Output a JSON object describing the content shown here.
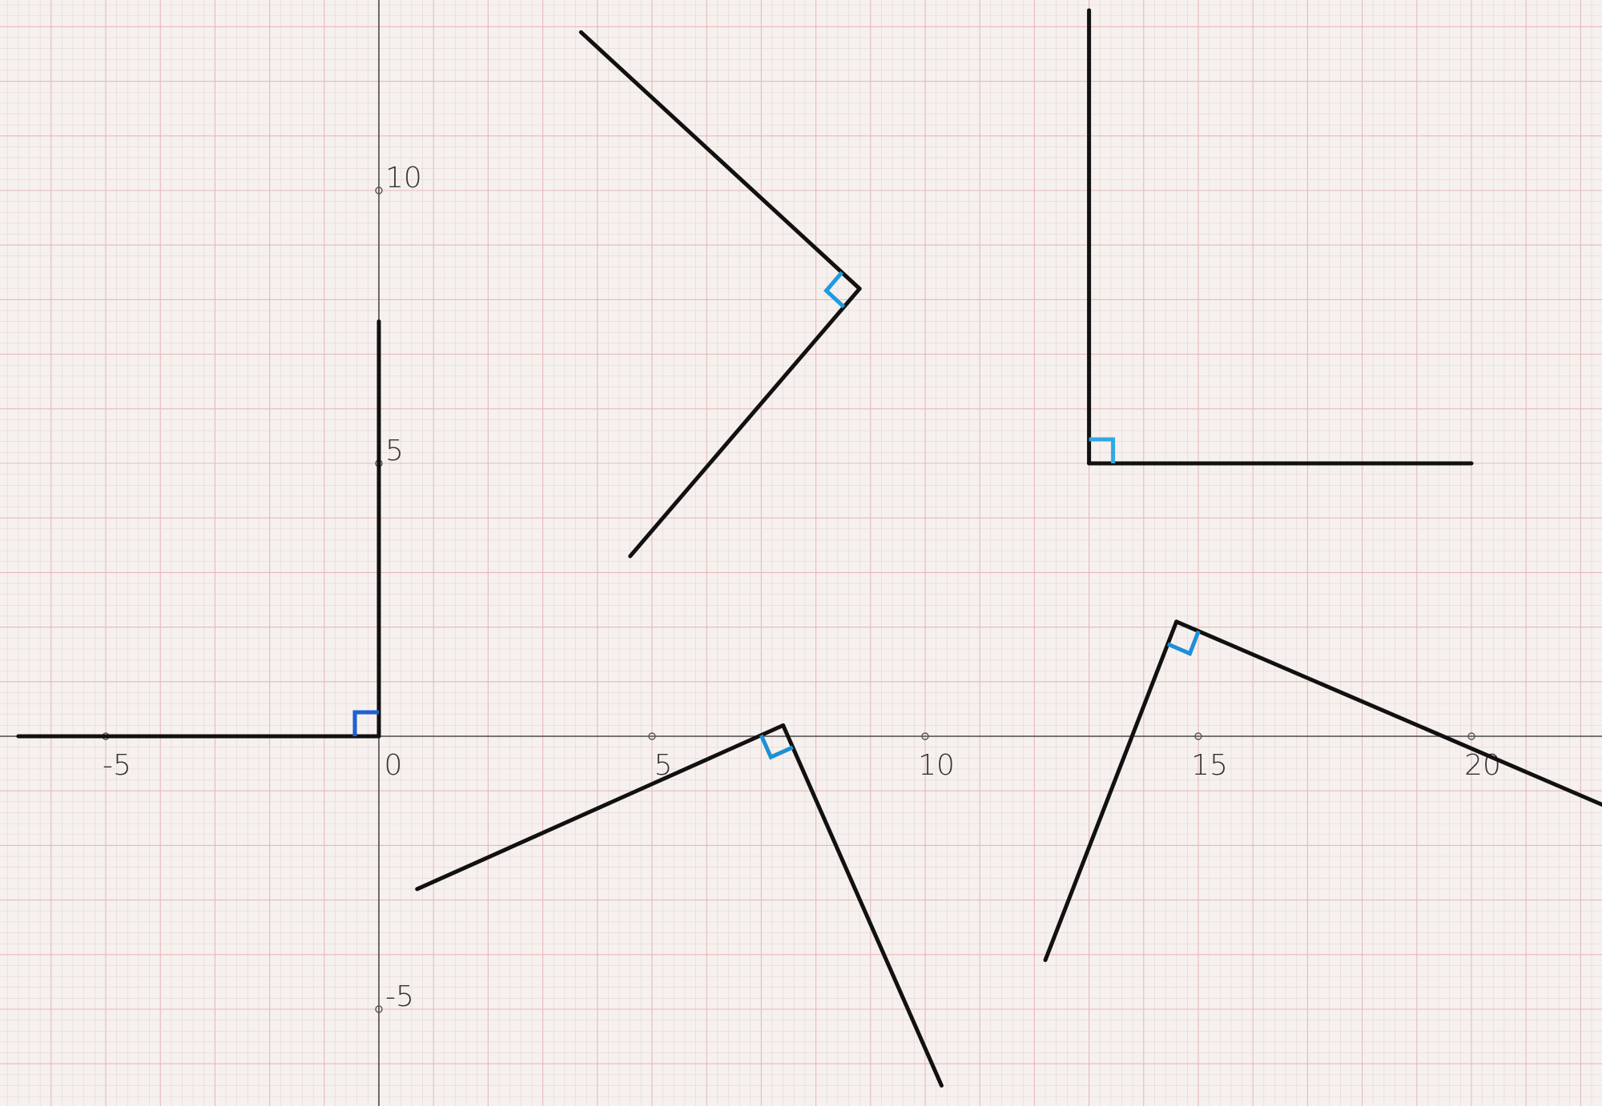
{
  "axes": {
    "x_ticks": [
      {
        "value": -5,
        "label": "-5"
      },
      {
        "value": 0,
        "label": "0"
      },
      {
        "value": 5,
        "label": "5"
      },
      {
        "value": 10,
        "label": "10"
      },
      {
        "value": 15,
        "label": "15"
      },
      {
        "value": 20,
        "label": "20"
      }
    ],
    "y_ticks": [
      {
        "value": -5,
        "label": "-5"
      },
      {
        "value": 5,
        "label": "5"
      },
      {
        "value": 10,
        "label": "10"
      }
    ],
    "xlim": [
      -6.7,
      22.8
    ],
    "ylim": [
      -6.8,
      13.6
    ]
  },
  "angles": [
    {
      "name": "angle-1",
      "vertex": [
        0,
        0
      ],
      "ray_a": [
        -6.6,
        0
      ],
      "ray_b": [
        0,
        7.6
      ],
      "mark_color": "#1f5fd6"
    },
    {
      "name": "angle-2",
      "vertex": [
        8.8,
        8.2
      ],
      "ray_a": [
        3.7,
        12.9
      ],
      "ray_b": [
        4.6,
        3.3
      ],
      "mark_color": "#1e9be0"
    },
    {
      "name": "angle-3",
      "vertex": [
        13.0,
        5.0
      ],
      "ray_a": [
        13.0,
        13.3
      ],
      "ray_b": [
        20.0,
        5.0
      ],
      "mark_color": "#2fa8e6"
    },
    {
      "name": "angle-4",
      "vertex": [
        7.4,
        0.2
      ],
      "ray_a": [
        0.7,
        -2.8
      ],
      "ray_b": [
        10.3,
        -6.4
      ],
      "mark_color": "#1e8fd8"
    },
    {
      "name": "angle-5",
      "vertex": [
        14.6,
        2.1
      ],
      "ray_a": [
        12.2,
        -4.1
      ],
      "ray_b": [
        22.5,
        -1.3
      ],
      "mark_color": "#1e8fd8"
    }
  ]
}
